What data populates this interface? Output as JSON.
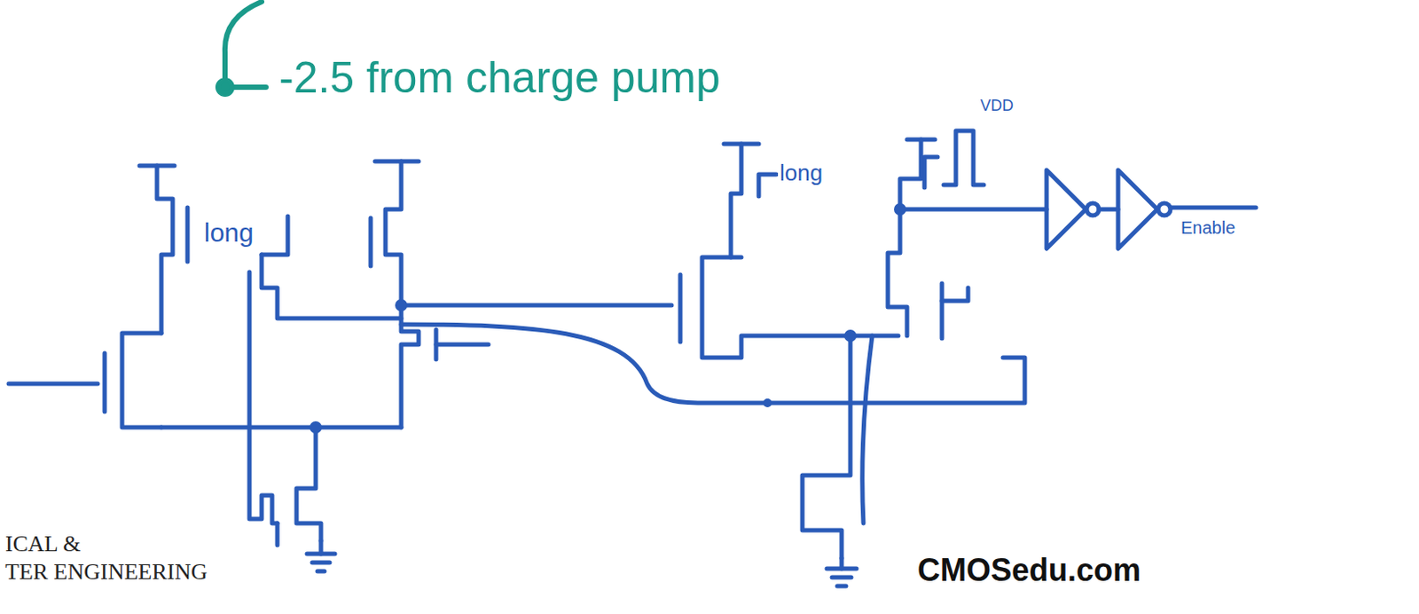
{
  "diagram": {
    "labels": [
      "-2.5 from charge pump",
      "long",
      "long",
      "VDD",
      "Enable",
      "ICAL &",
      "TER ENGINEERING",
      "CMOSedu.com"
    ]
  }
}
